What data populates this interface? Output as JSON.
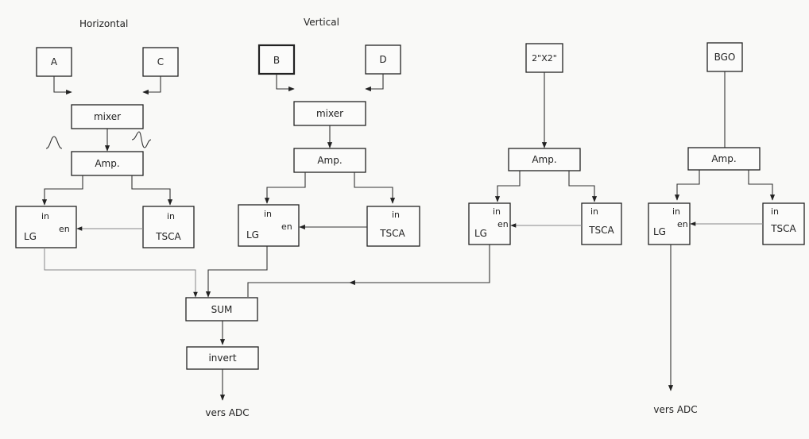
{
  "headings": {
    "horizontal": "Horizontal",
    "vertical": "Vertical"
  },
  "detectors": {
    "a": "A",
    "c": "C",
    "b": "B",
    "d": "D",
    "nai": "2\"X2\"",
    "bgo": "BGO"
  },
  "modules": {
    "mixer": "mixer",
    "amp": "Amp.",
    "lg": "LG",
    "tsca": "TSCA",
    "port_in": "in",
    "port_en": "en",
    "sum": "SUM",
    "invert": "invert"
  },
  "outputs": {
    "adc": "vers ADC"
  }
}
